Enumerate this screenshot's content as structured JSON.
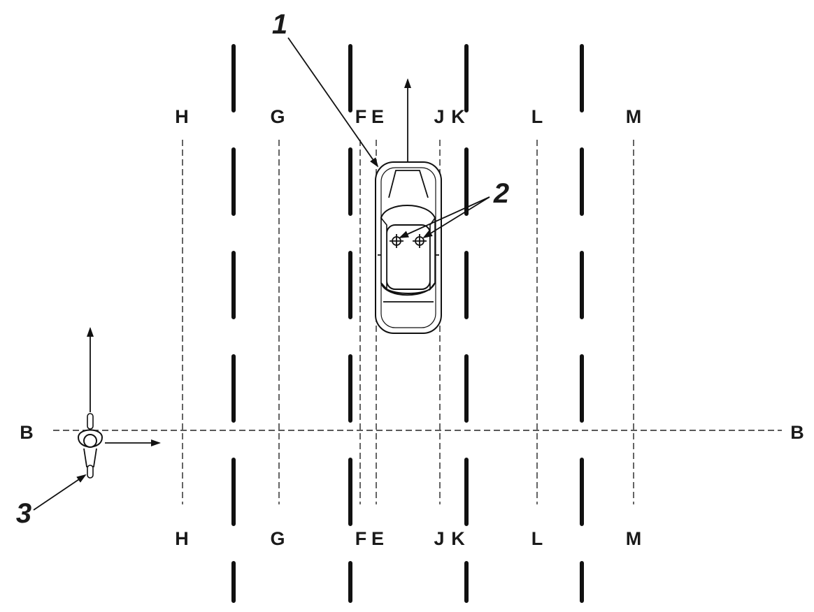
{
  "diagram": {
    "lane_line_labels_top": [
      "H",
      "G",
      "F",
      "E",
      "J",
      "K",
      "L",
      "M"
    ],
    "lane_line_labels_bottom": [
      "H",
      "G",
      "F",
      "E",
      "J",
      "K",
      "L",
      "M"
    ],
    "section_line_label_left": "B",
    "section_line_label_right": "B",
    "callout_vehicle": "1",
    "callout_sensors": "2",
    "callout_rider": "3",
    "line_color": "#111111",
    "background": "#ffffff"
  }
}
